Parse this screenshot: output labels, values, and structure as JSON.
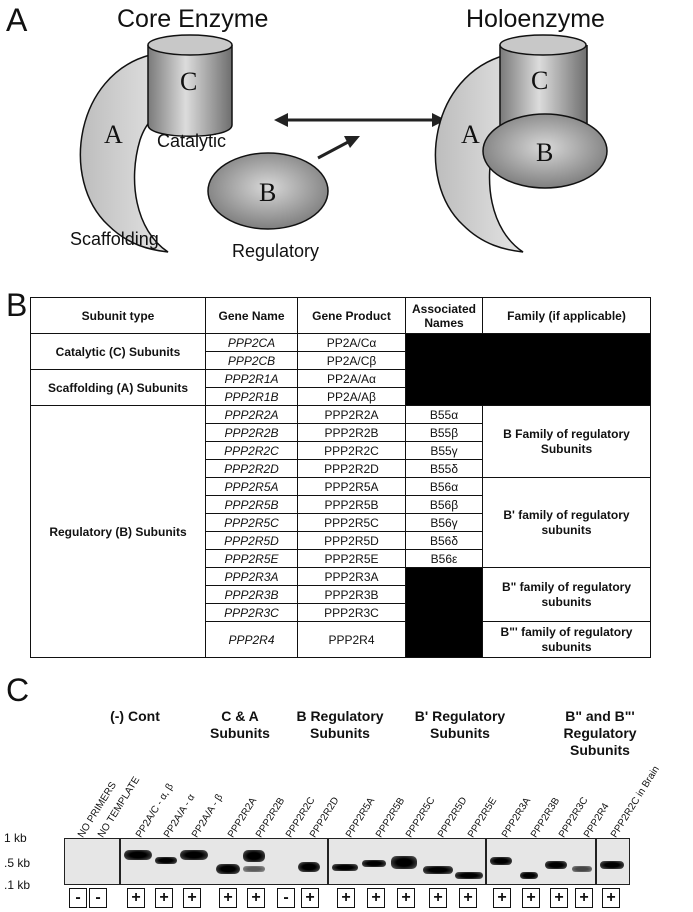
{
  "panel_a": {
    "letter": "A",
    "core_title": "Core Enzyme",
    "holo_title": "Holoenzyme",
    "label_a": "A",
    "label_b": "B",
    "label_c": "C",
    "catalytic": "Catalytic",
    "scaffolding": "Scaffolding",
    "regulatory": "Regulatory"
  },
  "panel_b": {
    "letter": "B",
    "headers": [
      "Subunit type",
      "Gene Name",
      "Gene Product",
      "Associated Names",
      "Family (if applicable)"
    ],
    "catalytic_label": "Catalytic (C) Subunits",
    "scaffolding_label": "Scaffolding (A) Subunits",
    "regulatory_label": "Regulatory (B) Subunits",
    "rows": [
      {
        "gene": "PPP2CA",
        "product": "PP2A/Cα",
        "assoc": ""
      },
      {
        "gene": "PPP2CB",
        "product": "PP2A/Cβ",
        "assoc": ""
      },
      {
        "gene": "PPP2R1A",
        "product": "PP2A/Aα",
        "assoc": ""
      },
      {
        "gene": "PPP2R1B",
        "product": "PP2A/Aβ",
        "assoc": ""
      },
      {
        "gene": "PPP2R2A",
        "product": "PPP2R2A",
        "assoc": "B55α"
      },
      {
        "gene": "PPP2R2B",
        "product": "PPP2R2B",
        "assoc": "B55β"
      },
      {
        "gene": "PPP2R2C",
        "product": "PPP2R2C",
        "assoc": "B55γ"
      },
      {
        "gene": "PPP2R2D",
        "product": "PPP2R2D",
        "assoc": "B55δ"
      },
      {
        "gene": "PPP2R5A",
        "product": "PPP2R5A",
        "assoc": "B56α"
      },
      {
        "gene": "PPP2R5B",
        "product": "PPP2R5B",
        "assoc": "B56β"
      },
      {
        "gene": "PPP2R5C",
        "product": "PPP2R5C",
        "assoc": "B56γ"
      },
      {
        "gene": "PPP2R5D",
        "product": "PPP2R5D",
        "assoc": "B56δ"
      },
      {
        "gene": "PPP2R5E",
        "product": "PPP2R5E",
        "assoc": "B56ε"
      },
      {
        "gene": "PPP2R3A",
        "product": "PPP2R3A",
        "assoc": ""
      },
      {
        "gene": "PPP2R3B",
        "product": "PPP2R3B",
        "assoc": ""
      },
      {
        "gene": "PPP2R3C",
        "product": "PPP2R3C",
        "assoc": ""
      },
      {
        "gene": "PPP2R4",
        "product": "PPP2R4",
        "assoc": ""
      }
    ],
    "families": [
      "B Family of regulatory Subunits",
      "B' family of regulatory subunits",
      "B\" family of regulatory subunits",
      "B\"' family of regulatory subunits"
    ]
  },
  "panel_c": {
    "letter": "C",
    "groups": [
      "(-) Cont",
      "C & A Subunits",
      "B Regulatory Subunits",
      "B' Regulatory Subunits",
      "B\" and B\"' Regulatory Subunits"
    ],
    "lanes": [
      {
        "label": "NO PRIMERS",
        "sign": "-"
      },
      {
        "label": "NO TEMPLATE",
        "sign": "-"
      },
      {
        "label": "PP2A/C - α, β",
        "sign": "+"
      },
      {
        "label": "PP2A/A - α",
        "sign": "+"
      },
      {
        "label": "PP2A/A - β",
        "sign": "+"
      },
      {
        "label": "PPP2R2A",
        "sign": "+"
      },
      {
        "label": "PPP2R2B",
        "sign": "+"
      },
      {
        "label": "PPP2R2C",
        "sign": "-"
      },
      {
        "label": "PPP2R2D",
        "sign": "+"
      },
      {
        "label": "PPP2R5A",
        "sign": "+"
      },
      {
        "label": "PPP2R5B",
        "sign": "+"
      },
      {
        "label": "PPP2R5C",
        "sign": "+"
      },
      {
        "label": "PPP2R5D",
        "sign": "+"
      },
      {
        "label": "PPP2R5E",
        "sign": "+"
      },
      {
        "label": "PPP2R3A",
        "sign": "+"
      },
      {
        "label": "PPP2R3B",
        "sign": "+"
      },
      {
        "label": "PPP2R3C",
        "sign": "+"
      },
      {
        "label": "PPP2R4",
        "sign": "+"
      },
      {
        "label": "PPP2R2C in Brain",
        "sign": "+"
      }
    ],
    "size_markers": [
      "1 kb",
      ".5 kb",
      ".1 kb"
    ]
  }
}
